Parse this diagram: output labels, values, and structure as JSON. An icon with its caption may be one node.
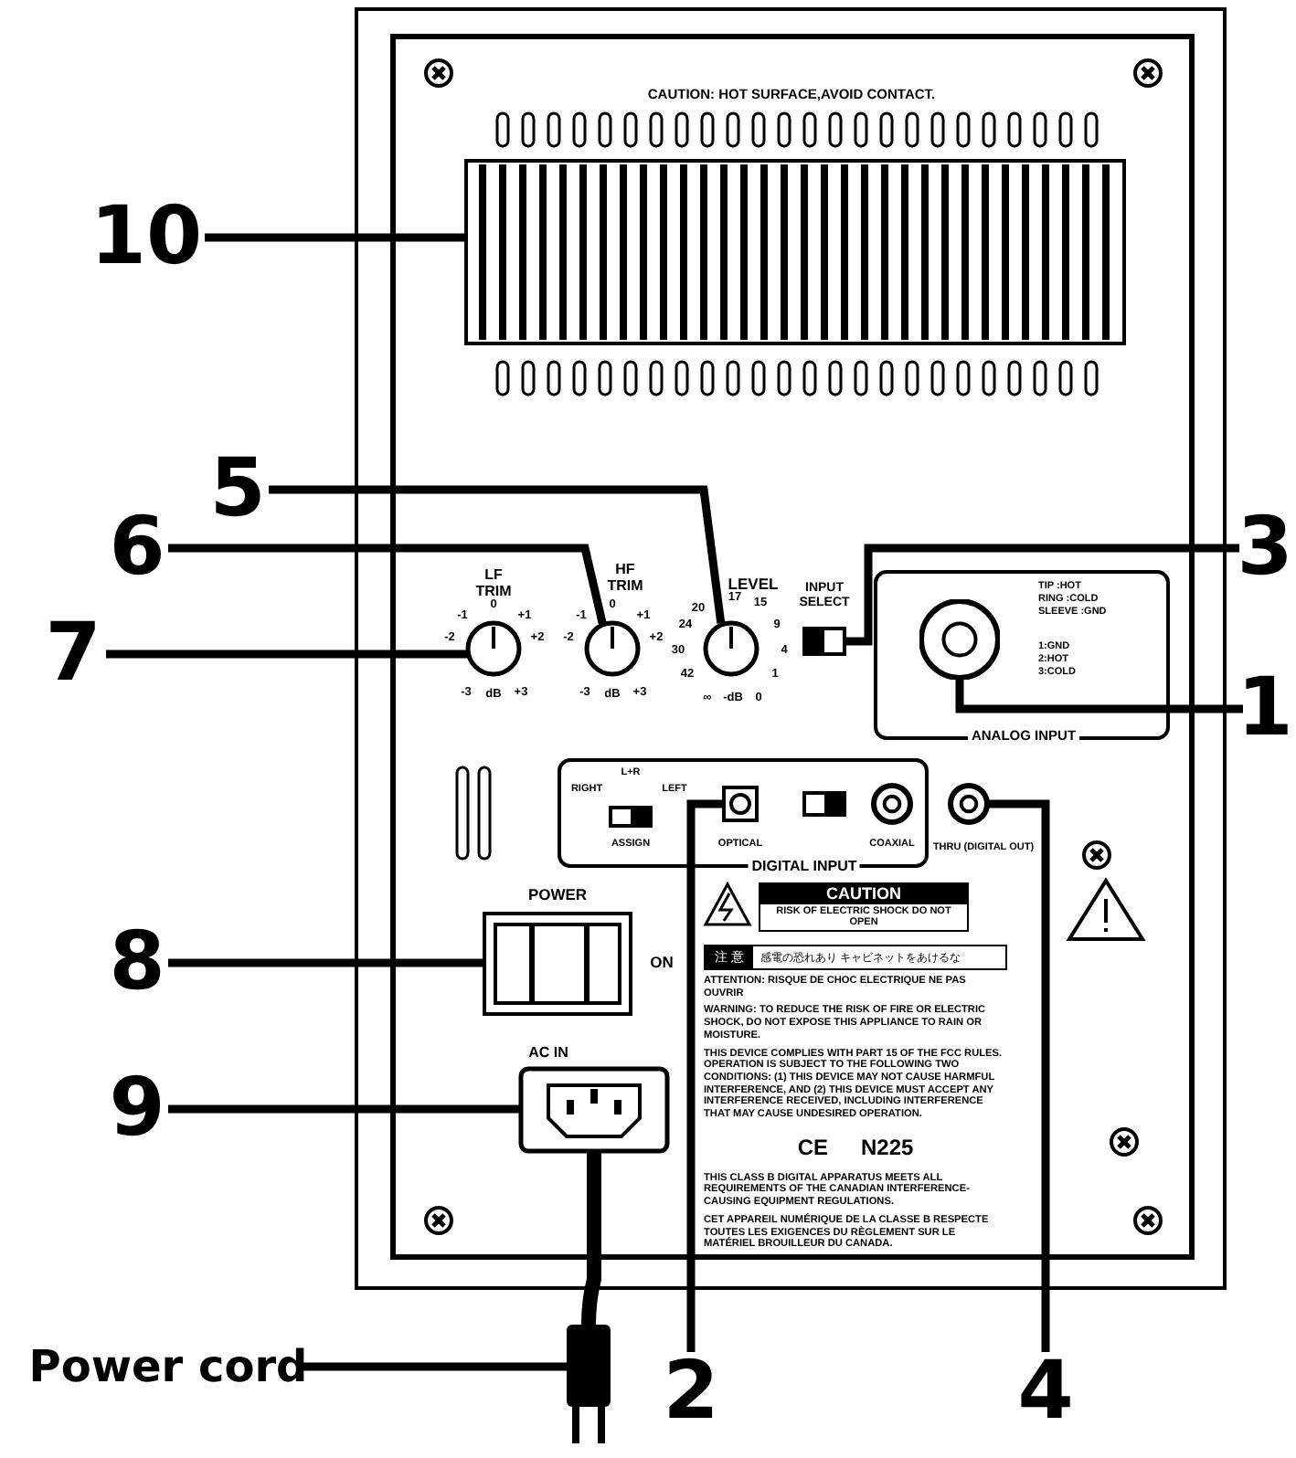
{
  "diagram": {
    "nodes": [
      {
        "text": [
          "10"
        ]
      },
      {
        "text": [],
        "shape": "grille"
      },
      {
        "text": [
          "5"
        ]
      },
      {
        "text": [
          "6"
        ]
      },
      {
        "text": [
          "3"
        ]
      },
      {
        "text": [
          "7"
        ]
      },
      {
        "text": [],
        "shape": "knob"
      },
      {
        "text": [],
        "shape": "knob"
      },
      {
        "text": [],
        "shape": "knob"
      },
      {
        "text": [],
        "shape": "switch",
        "beside": [
          "INPUT SELECT"
        ]
      },
      {
        "text": [
          "TIP :HOT",
          "RING :COLD",
          "SLEEVE :GND",
          "1:GND",
          "2:HOT",
          "3:COLD",
          "ANALOG INPUT"
        ]
      },
      {
        "text": [],
        "shape": "jack",
        "in": 10
      },
      {
        "text": [
          "1"
        ]
      },
      {
        "text": [
          "L+R",
          "RIGHT",
          "LEFT",
          "ASSIGN",
          "OPTICAL",
          "COAXIAL",
          "DIGITAL INPUT"
        ]
      },
      {
        "text": [],
        "shape": "jack",
        "in": 13
      },
      {
        "text": [],
        "shape": "jack",
        "beside": [
          "THRU (DIGITAL OUT)"
        ]
      },
      {
        "text": [
          "8"
        ]
      },
      {
        "text": [],
        "shape": "switch",
        "beside": [
          "POWER",
          "ON"
        ]
      },
      {
        "text": [
          "CAUTION",
          "RISK OF ELECTRIC SHOCK DO NOT OPEN"
        ]
      },
      {
        "text": [
          "注 意",
          "感電の恐れあり キャビネットをあけるな"
        ]
      },
      {
        "text": [
          "9"
        ]
      },
      {
        "text": [],
        "shape": "socket",
        "beside": [
          "AC IN"
        ]
      },
      {
        "text": [
          "Power cord"
        ]
      },
      {
        "text": [],
        "shape": "plug"
      },
      {
        "text": [
          "2"
        ]
      },
      {
        "text": [
          "4"
        ]
      },
      {
        "text": [],
        "shape": "jack",
        "in": 13
      }
    ],
    "edges": [
      {
        "from": 0,
        "to": 1,
        "arrow": "none"
      },
      {
        "from": 2,
        "to": 8,
        "arrow": "none"
      },
      {
        "from": 3,
        "to": 7,
        "arrow": "none"
      },
      {
        "from": 4,
        "to": 9,
        "arrow": "none"
      },
      {
        "from": 5,
        "to": 6,
        "arrow": "none"
      },
      {
        "from": 12,
        "to": 11,
        "arrow": "none"
      },
      {
        "from": 16,
        "to": 17,
        "arrow": "none"
      },
      {
        "from": 20,
        "to": 21,
        "arrow": "none"
      },
      {
        "from": 22,
        "to": 23,
        "arrow": "none"
      },
      {
        "from": 24,
        "to": 14,
        "arrow": "none"
      },
      {
        "from": 25,
        "to": 15,
        "arrow": "none"
      }
    ],
    "labels": [
      "CAUTION: HOT SURFACE,AVOID CONTACT.",
      "LF TRIM",
      "HF TRIM",
      "LEVEL",
      "0",
      "-1",
      "+1",
      "-2",
      "+2",
      "-3",
      "dB",
      "+3",
      "0",
      "-1",
      "+1",
      "-2",
      "+2",
      "-3",
      "dB",
      "+3",
      "20",
      "17",
      "15",
      "24",
      "9",
      "30",
      "4",
      "42",
      "1",
      "∞",
      "-dB",
      "0",
      "ATTENTION: RISQUE DE CHOC ELECTRIQUE NE PAS OUVRIR",
      "WARNING: TO REDUCE THE RISK OF FIRE OR ELECTRIC SHOCK, DO NOT EXPOSE THIS APPLIANCE TO RAIN OR MOISTURE.",
      "THIS DEVICE COMPLIES WITH PART 15 OF THE FCC RULES. OPERATION IS SUBJECT TO THE FOLLOWING TWO CONDITIONS: (1) THIS DEVICE MAY NOT CAUSE HARMFUL INTERFERENCE, AND (2) THIS DEVICE MUST ACCEPT ANY INTERFERENCE RECEIVED, INCLUDING INTERFERENCE THAT MAY CAUSE UNDESIRED OPERATION.",
      "CE",
      "N225",
      "THIS CLASS B DIGITAL APPARATUS MEETS ALL REQUIREMENTS OF THE CANADIAN INTERFERENCE-CAUSING EQUIPMENT REGULATIONS.",
      "CET APPAREIL NUMÉRIQUE DE LA CLASSE B RESPECTE TOUTES LES EXIGENCES DU RÈGLEMENT SUR LE MATÉRIEL BROUILLEUR DU CANADA."
    ]
  }
}
